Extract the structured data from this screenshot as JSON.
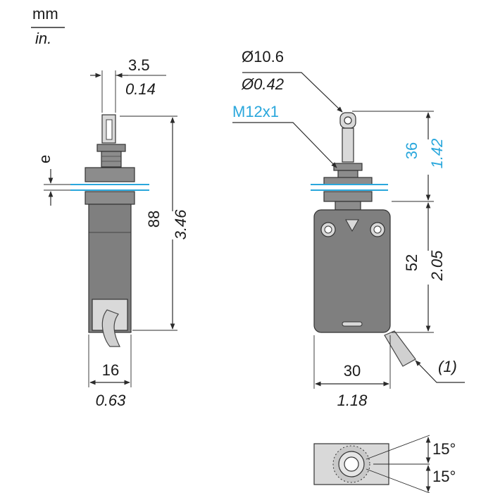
{
  "units": {
    "primary": "mm",
    "secondary": "in."
  },
  "side_view": {
    "plunger_width": {
      "mm": "3.5",
      "in": "0.14"
    },
    "nut_label": "e",
    "total_height": {
      "mm": "88",
      "in": "3.46"
    },
    "body_width": {
      "mm": "16",
      "in": "0.63"
    }
  },
  "front_view": {
    "roller_diameter": {
      "mm": "Ø10.6",
      "in": "Ø0.42"
    },
    "thread": "M12x1",
    "head_height": {
      "mm": "36",
      "in": "1.42"
    },
    "body_height": {
      "mm": "52",
      "in": "2.05"
    },
    "body_width": {
      "mm": "30",
      "in": "1.18"
    },
    "cable_note": "(1)"
  },
  "top_view": {
    "angle_up": "15°",
    "angle_down": "15°"
  },
  "colors": {
    "blue_dimension": "#2aa7dc",
    "body_gray": "#7f7f7f",
    "line": "#2b2b2b"
  }
}
